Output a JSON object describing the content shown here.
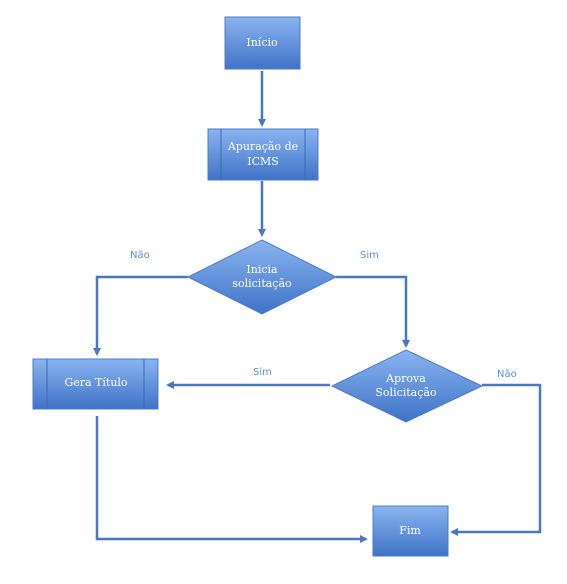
{
  "colors": {
    "box_top": "#8ab4f0",
    "box_bottom": "#3f73c7",
    "box_border": "#4a7cc8",
    "arrow": "#4a78c0",
    "edge_label": "#5b8fd6"
  },
  "nodes": {
    "inicio": {
      "label": [
        "Início"
      ]
    },
    "apuracao": {
      "label": [
        "Apuração de",
        "ICMS"
      ]
    },
    "inicia": {
      "label": [
        "Inicia",
        "solicitação"
      ]
    },
    "gera": {
      "label": [
        "Gera Título"
      ]
    },
    "aprova": {
      "label": [
        "Aprova",
        "Solicitação"
      ]
    },
    "fim": {
      "label": [
        "Fim"
      ]
    }
  },
  "edges": {
    "nao_left": "Não",
    "sim_right": "Sim",
    "sim_mid": "Sim",
    "nao_right": "Não"
  }
}
